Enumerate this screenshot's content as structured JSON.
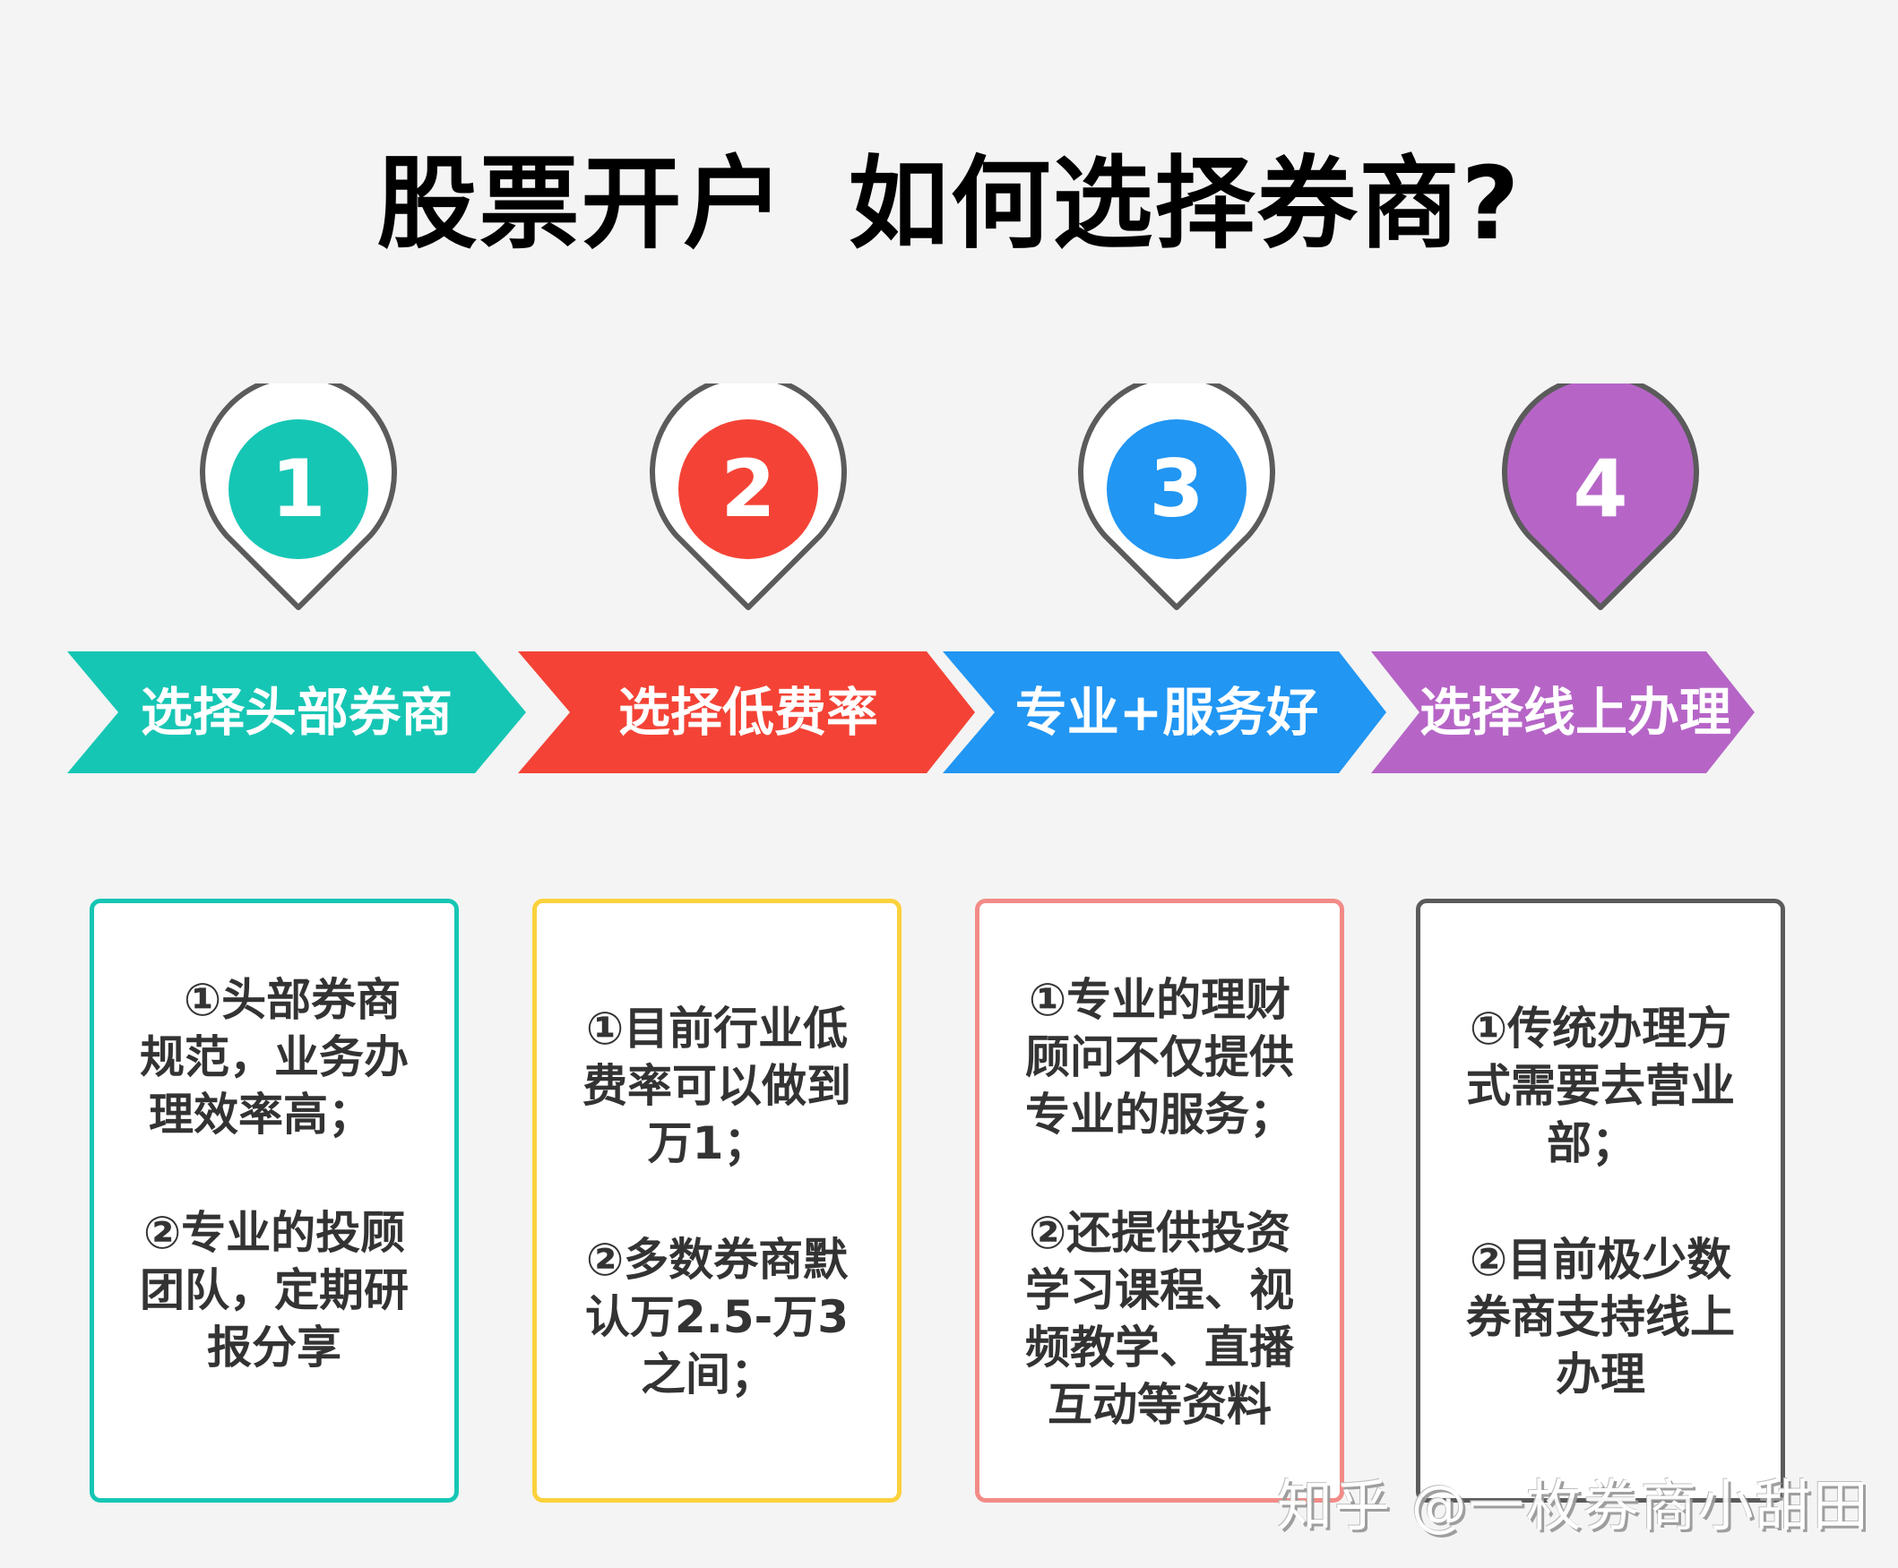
{
  "title": {
    "part1": "股票开户",
    "part2": "如何选择券商?"
  },
  "colors": {
    "background": "#f4f4f4",
    "teal": "#16c6b4",
    "red": "#f44336",
    "blue": "#2196f3",
    "purple": "#b665c7",
    "yellow": "#fbd13c",
    "pink": "#f28b87",
    "dark_gray": "#5b5b5b",
    "pin_outline": "#5b5b5b",
    "text_dark": "#333333"
  },
  "steps": [
    {
      "number": "1",
      "pin_color": "#16c6b4",
      "arrow_color": "#16c6b4",
      "arrow_label": "选择头部券商",
      "card_border": "#16c6b4",
      "points": [
        "①头部券商规范，业务办理效率高；",
        "②专业的投顾团队，定期研报分享"
      ]
    },
    {
      "number": "2",
      "pin_color": "#f44336",
      "arrow_color": "#f44336",
      "arrow_label": "选择低费率",
      "card_border": "#fbd13c",
      "points": [
        "①目前行业低费率可以做到万1；",
        "②多数券商默认万2.5-万3之间；"
      ]
    },
    {
      "number": "3",
      "pin_color": "#2196f3",
      "arrow_color": "#2196f3",
      "arrow_label": "专业+服务好",
      "card_border": "#f28b87",
      "points": [
        "①专业的理财顾问不仅提供专业的服务；",
        "②还提供投资学习课程、视频教学、直播互动等资料"
      ]
    },
    {
      "number": "4",
      "pin_color": "#b665c7",
      "arrow_color": "#b665c7",
      "arrow_label": "选择线上办理",
      "card_border": "#5b5b5b",
      "points": [
        "①传统办理方式需要去营业部；",
        "②目前极少数券商支持线上办理"
      ]
    }
  ],
  "card_lines": [
    [
      [
        "①头部券商",
        "规范，业务办",
        "理效率高；"
      ],
      [
        "②专业的投顾",
        "团队，定期研",
        "报分享"
      ]
    ],
    [
      [
        "①目前行业低",
        "费率可以做到",
        "万1；"
      ],
      [
        "②多数券商默",
        "认万2.5-万3",
        "之间；"
      ]
    ],
    [
      [
        "①专业的理财",
        "顾问不仅提供",
        "专业的服务；"
      ],
      [
        "②还提供投资",
        "学习课程、视",
        "频教学、直播",
        "互动等资料"
      ]
    ],
    [
      [
        "①传统办理方",
        "式需要去营业",
        "部；"
      ],
      [
        "②目前极少数",
        "券商支持线上",
        "办理"
      ]
    ]
  ],
  "watermark": "知乎 @一枚券商小甜田"
}
